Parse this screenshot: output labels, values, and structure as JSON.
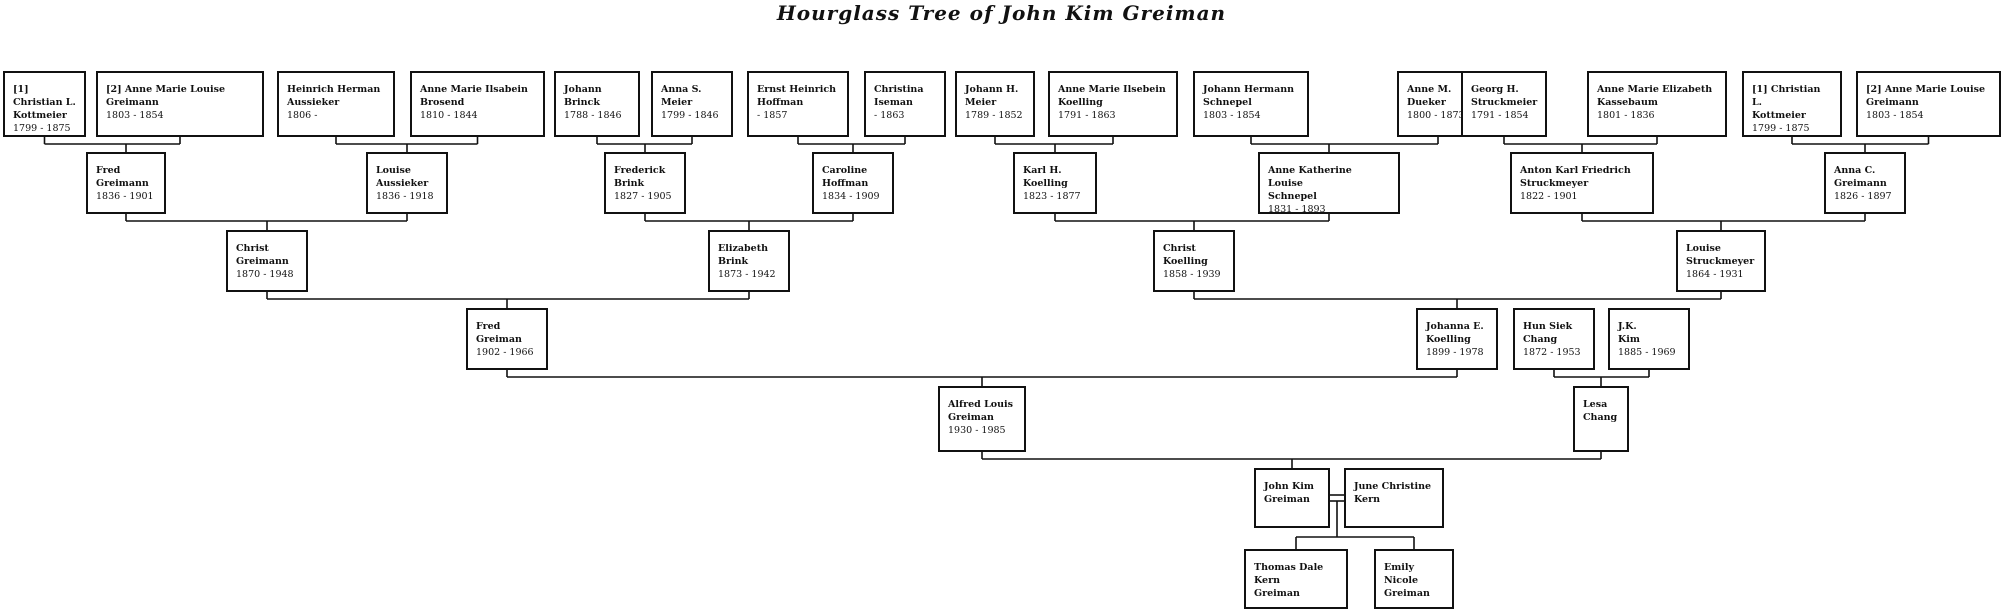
{
  "title": "Hourglass Tree of John Kim Greiman",
  "people": {
    "christian_kottmeier_a": {
      "name": "[1] Christian L.\nKottmeier",
      "dates": "1799 - 1875"
    },
    "anne_marie_louise_greimann_a": {
      "name": "[2] Anne Marie Louise\nGreimann",
      "dates": "1803 - 1854"
    },
    "heinrich_aussieker": {
      "name": "Heinrich Herman\nAussieker",
      "dates": "1806 -"
    },
    "anne_marie_brosend": {
      "name": "Anne Marie Ilsabein\nBrosend",
      "dates": "1810 - 1844"
    },
    "johann_brinck": {
      "name": "Johann\nBrinck",
      "dates": "1788 - 1846"
    },
    "anna_meier": {
      "name": "Anna S.\nMeier",
      "dates": "1799 - 1846"
    },
    "ernst_hoffman": {
      "name": "Ernst Heinrich\nHoffman",
      "dates": "- 1857"
    },
    "christina_iseman": {
      "name": "Christina\nIseman",
      "dates": "- 1863"
    },
    "johann_meier": {
      "name": "Johann H.\nMeier",
      "dates": "1789 - 1852"
    },
    "anne_marie_koelling": {
      "name": "Anne Marie Ilsebein\nKoelling",
      "dates": "1791 - 1863"
    },
    "johann_schnepel": {
      "name": "Johann Hermann\nSchnepel",
      "dates": "1803 - 1854"
    },
    "anne_dueker": {
      "name": "Anne M.\nDueker",
      "dates": "1800 - 1873"
    },
    "georg_struckmeier": {
      "name": "Georg H.\nStruckmeier",
      "dates": "1791 - 1854"
    },
    "anne_kassebaum": {
      "name": "Anne Marie Elizabeth\nKassebaum",
      "dates": "1801 - 1836"
    },
    "christian_kottmeier_b": {
      "name": "[1] Christian L.\nKottmeier",
      "dates": "1799 - 1875"
    },
    "anne_marie_louise_greimann_b": {
      "name": "[2] Anne Marie Louise\nGreimann",
      "dates": "1803 - 1854"
    },
    "fred_greimann": {
      "name": "Fred\nGreimann",
      "dates": "1836 - 1901"
    },
    "louise_aussieker": {
      "name": "Louise\nAussieker",
      "dates": "1836 - 1918"
    },
    "frederick_brink": {
      "name": "Frederick\nBrink",
      "dates": "1827 - 1905"
    },
    "caroline_hoffman": {
      "name": "Caroline\nHoffman",
      "dates": "1834 - 1909"
    },
    "karl_koelling": {
      "name": "Karl H.\nKoelling",
      "dates": "1823 - 1877"
    },
    "anne_schnepel": {
      "name": "Anne Katherine Louise\nSchnepel",
      "dates": "1831 - 1893"
    },
    "anton_struckmeyer": {
      "name": "Anton Karl Friedrich\nStruckmeyer",
      "dates": "1822 - 1901"
    },
    "anna_greimann": {
      "name": "Anna C.\nGreimann",
      "dates": "1826 - 1897"
    },
    "christ_greimann": {
      "name": "Christ\nGreimann",
      "dates": "1870 - 1948"
    },
    "elizabeth_brink": {
      "name": "Elizabeth\nBrink",
      "dates": "1873 - 1942"
    },
    "christ_koelling": {
      "name": "Christ\nKoelling",
      "dates": "1858 - 1939"
    },
    "louise_struckmeyer": {
      "name": "Louise\nStruckmeyer",
      "dates": "1864 - 1931"
    },
    "fred_greiman": {
      "name": "Fred\nGreiman",
      "dates": "1902 - 1966"
    },
    "johanna_koelling": {
      "name": "Johanna E.\nKoelling",
      "dates": "1899 - 1978"
    },
    "hun_chang": {
      "name": "Hun Siek\nChang",
      "dates": "1872 - 1953"
    },
    "jk_kim": {
      "name": "J.K.\nKim",
      "dates": "1885 - 1969"
    },
    "alfred_greiman": {
      "name": "Alfred Louis\nGreiman",
      "dates": "1930 - 1985"
    },
    "lesa_chang": {
      "name": "Lesa\nChang",
      "dates": ""
    },
    "john_greiman": {
      "name": "John Kim\nGreiman",
      "dates": ""
    },
    "june_kern": {
      "name": "June Christine\nKern",
      "dates": ""
    },
    "thomas_greiman": {
      "name": "Thomas Dale Kern\nGreiman",
      "dates": ""
    },
    "emily_greiman": {
      "name": "Emily Nicole\nGreiman",
      "dates": ""
    }
  }
}
